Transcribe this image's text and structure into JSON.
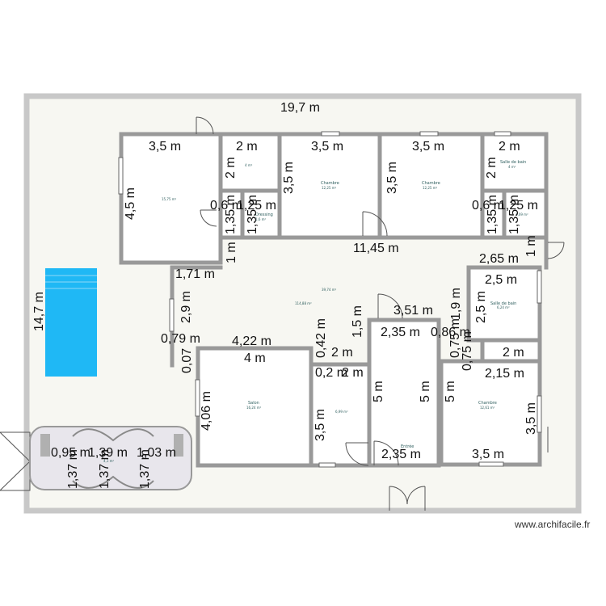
{
  "dimensions": {
    "overall_width": "19,7 m",
    "overall_height": "14,7 m",
    "studio_width": "3,5 m",
    "studio_height": "4,5 m",
    "dressing_width": "2 m",
    "dressing_height": "2 m",
    "chambre1_width": "3,5 m",
    "chambre1_height": "3,5 m",
    "chambre2_width": "3,5 m",
    "chambre2_height": "3,5 m",
    "sdb_top_width": "2 m",
    "sdb_top_height": "2 m",
    "small_a_width": "0,6 m",
    "small_a_width2": "1,25 m",
    "small_a_height": "1,35 m",
    "small_b_width": "0,6 m",
    "small_b_width2": "1,25 m",
    "small_b_height": "1,35 m",
    "corridor_length": "11,45 m",
    "wall_1m_left": "1 m",
    "wall_1m_right": "1 m",
    "hall_171": "1,71 m",
    "hall_29": "2,9 m",
    "hall_079": "0,79 m",
    "hall_007": "0,07",
    "sdb_right_outer": "2,65 m",
    "sdb_right_width": "2,5 m",
    "sdb_right_height": "2,5 m",
    "hall_351": "3,51 m",
    "hall_19": "1,9 m",
    "hall_075a": "0,75 m",
    "hall_075b": "0,75 m",
    "wc_2m": "2 m",
    "chambre3_width": "2,15 m",
    "chambre3_width2": "3,5 m",
    "chambre3_height": "3,5 m",
    "salon_422": "4,22 m",
    "salon_4": "4 m",
    "salon_height": "4,06 m",
    "kitchen_042": "0,42 m",
    "kitchen_2m_top": "2 m",
    "kitchen_02": "0,2 m",
    "kitchen_2m": "2 m",
    "kitchen_height": "3,5 m",
    "kitchen_15": "1,5 m",
    "room_235_top": "2,35 m",
    "room_086": "0,86 m",
    "room_5a": "5 m",
    "room_5b": "5 m",
    "room_5c": "5 m",
    "room_235_bottom": "2,35 m",
    "garage_095": "0,95 m",
    "garage_139": "1,39 m",
    "garage_103": "1,03 m",
    "garage_137a": "1,37 m",
    "garage_137b": "1,37 m",
    "garage_137c": "1,37 m"
  },
  "rooms": {
    "studio_area": "15,75 m²",
    "dressing_label": "Dressing",
    "dressing_area": "4 m²",
    "small_area": "1,6 m²",
    "chambre1_label": "Chambre",
    "chambre1_area": "12,25 m²",
    "chambre2_label": "Chambre",
    "chambre2_area": "12,25 m²",
    "sdb_top_label": "Salle de bain",
    "sdb_top_area": "4 m²",
    "small_right_area": "1,69 m²",
    "hall_area": "39,74 m²",
    "hall_area2": "114,88 m²",
    "sdb_right_label": "Salle de bain",
    "sdb_right_area": "6,24 m²",
    "salon_label": "Salon",
    "salon_area": "16,24 m²",
    "kitchen_area": "6,99 m²",
    "entree_label": "Entrée",
    "chambre3_label": "Chambre",
    "chambre3_area": "12,61 m²",
    "garage_area": "4,1 m²"
  },
  "colors": {
    "background": "#f7f7f2",
    "wall": "#999999",
    "pool": "#1fb8f5",
    "room_fill": "#ffffff"
  },
  "watermark": "www.archifacile.fr"
}
